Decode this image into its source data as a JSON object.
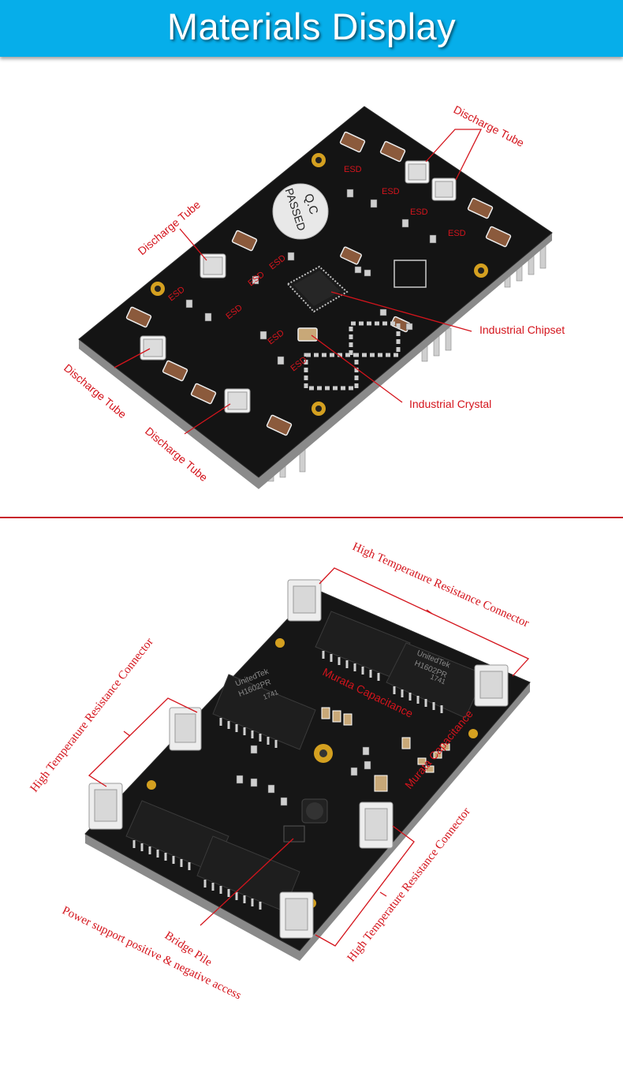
{
  "header": {
    "title": "Materials Display"
  },
  "top_board": {
    "stamp_line1": "Q.C",
    "stamp_line2": "PASSED",
    "labels": {
      "discharge_tube_top_right": "Discharge Tube",
      "discharge_tube_left": "Discharge Tube",
      "discharge_tube_bottom_left": "Discharge Tube",
      "discharge_tube_bottom": "Discharge Tube",
      "industrial_chipset": "Industrial Chipset",
      "industrial_crystal": "Industrial Crystal",
      "esd": "ESD"
    }
  },
  "bottom_board": {
    "chip_marking_1": "UnitedTek",
    "chip_marking_2": "H1602PR",
    "chip_marking_3": "1741",
    "labels": {
      "connector_top": "High Temperature Resistance Connector",
      "connector_left": "High Temperature Resistance Connector",
      "connector_right": "High Temperature Resistance Connector",
      "murata_1": "Murata Capacitance",
      "murata_2": "Murata Capacitance",
      "bridge_pile": "Bridge Pile",
      "power_support": "Power support positive & negative access"
    }
  }
}
